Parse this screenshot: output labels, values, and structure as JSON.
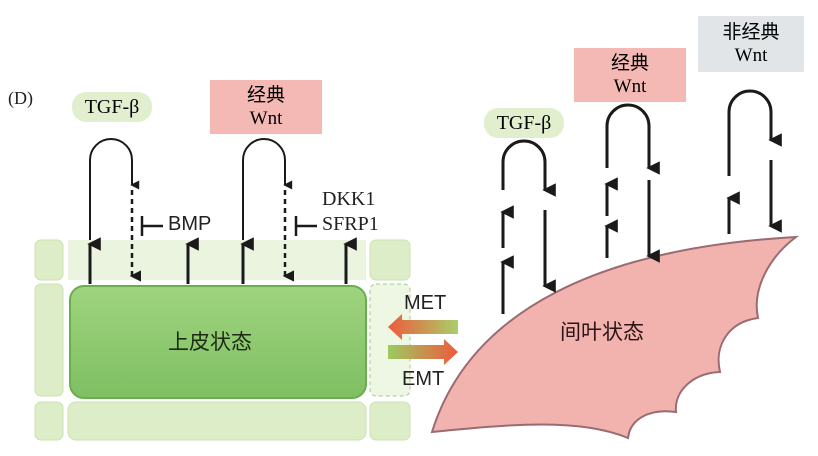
{
  "panel_label": "(D)",
  "left": {
    "signal_tgf": "TGF-β",
    "signal_wnt": {
      "line1": "经典",
      "line2": "Wnt"
    },
    "inhibitor_bmp": "BMP",
    "inhibitor_dkk1": "DKK1",
    "inhibitor_sfrp1": "SFRP1",
    "state": "上皮状态"
  },
  "middle": {
    "met_label": "MET",
    "emt_label": "EMT"
  },
  "right": {
    "signal_tgf": "TGF-β",
    "signal_wnt": {
      "line1": "经典",
      "line2": "Wnt"
    },
    "signal_noncanonical": {
      "line1": "非经典",
      "line2": "Wnt"
    },
    "state": "间叶状态"
  },
  "colors": {
    "epithelial_fill": "#8fcb72",
    "epithelial_bg": "#ddeeca",
    "tgf_pill": "#e2efcf",
    "wnt_box": "#f4b9b4",
    "noncanonical_box": "#e1e5e8",
    "mesenchymal_fill": "#f2b3ae",
    "mesenchymal_stroke": "#9a6b70"
  }
}
